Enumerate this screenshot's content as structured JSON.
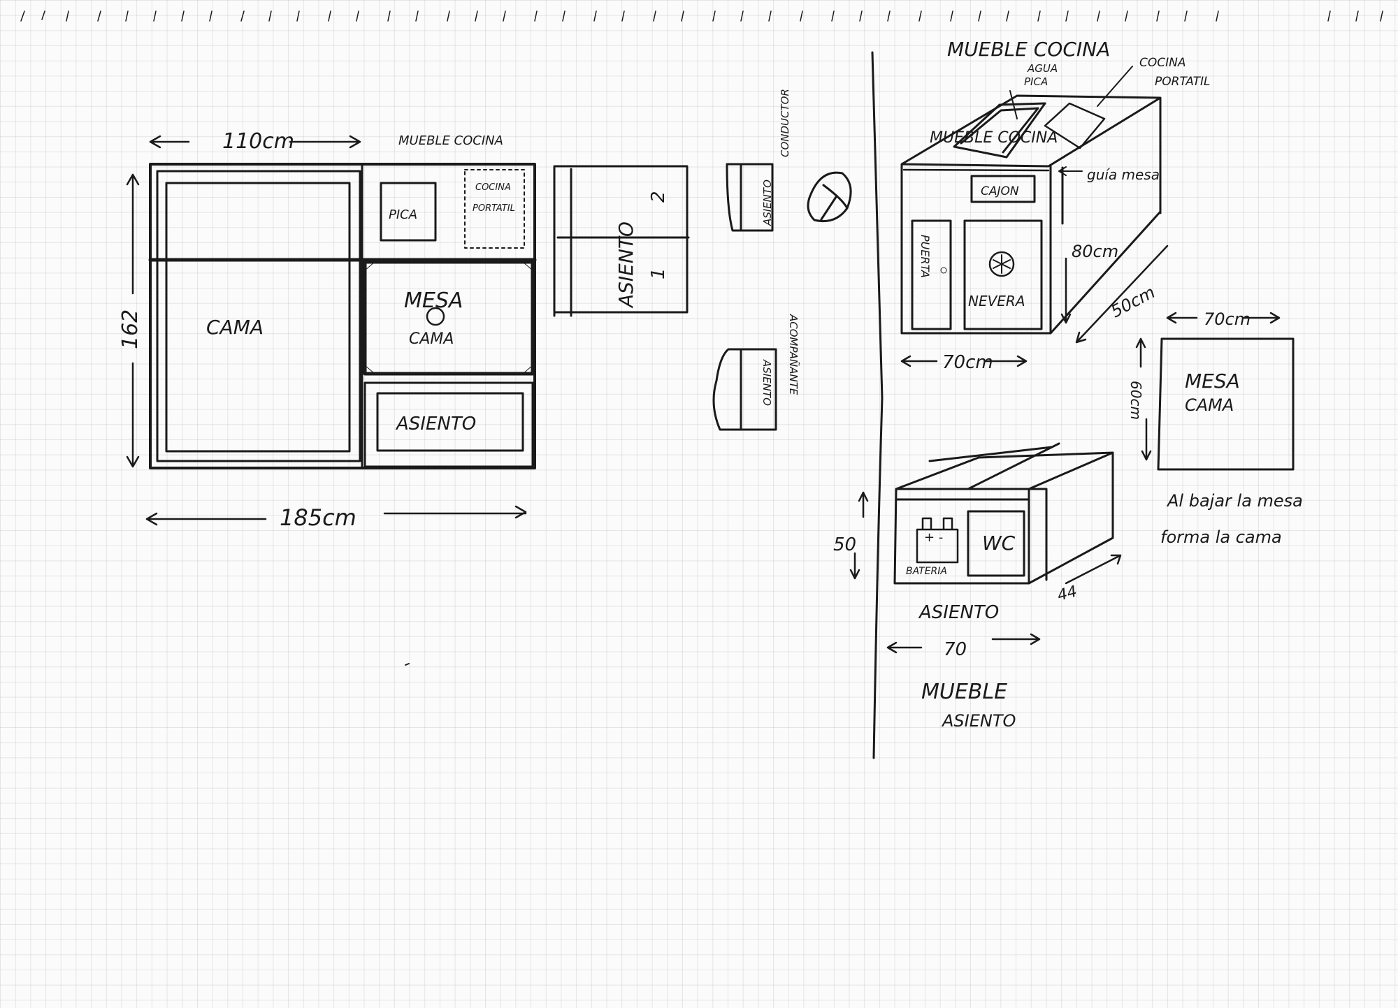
{
  "plan_view": {
    "dim_width_top": "110cm",
    "title_kitchen": "MUEBLE COCINA",
    "dim_height_left": "162",
    "dim_total_bottom": "185cm",
    "bed": "CAMA",
    "sink": "PICA",
    "stove_line1": "COCINA",
    "stove_line2": "PORTATIL",
    "table_line1": "MESA",
    "table_line2": "CAMA",
    "seat": "ASIENTO",
    "rear_seat_label": "ASIENTO",
    "rear_seat_num_top": "2",
    "rear_seat_num_bottom": "1",
    "driver_seat": "ASIENTO",
    "driver_label": "CONDUCTOR",
    "passenger_seat": "ASIENTO",
    "passenger_label": "ACOMPAÑANTE"
  },
  "kitchen_unit": {
    "title": "MUEBLE COCINA",
    "water_line1": "AGUA",
    "water_line2": "PICA",
    "stove_line1": "COCINA",
    "stove_line2": "PORTATIL",
    "top_label": "MUEBLE COCINA",
    "drawer": "CAJON",
    "table_guide": "guía mesa",
    "door": "PUERTA",
    "fridge": "NEVERA",
    "height_dim": "80cm",
    "depth_dim": "50cm",
    "width_dim": "70cm"
  },
  "table_bed": {
    "width_dim": "70cm",
    "height_dim": "60cm",
    "line1": "MESA",
    "line2": "CAMA",
    "note_line1": "Al bajar la mesa",
    "note_line2": "forma la cama"
  },
  "seat_unit": {
    "height_dim": "50",
    "battery": "BATERIA",
    "battery_terminals": "+ -",
    "wc": "WC",
    "depth_dim": "44",
    "label": "ASIENTO",
    "width_dim": "70",
    "title_line1": "MUEBLE",
    "title_line2": "ASIENTO"
  }
}
